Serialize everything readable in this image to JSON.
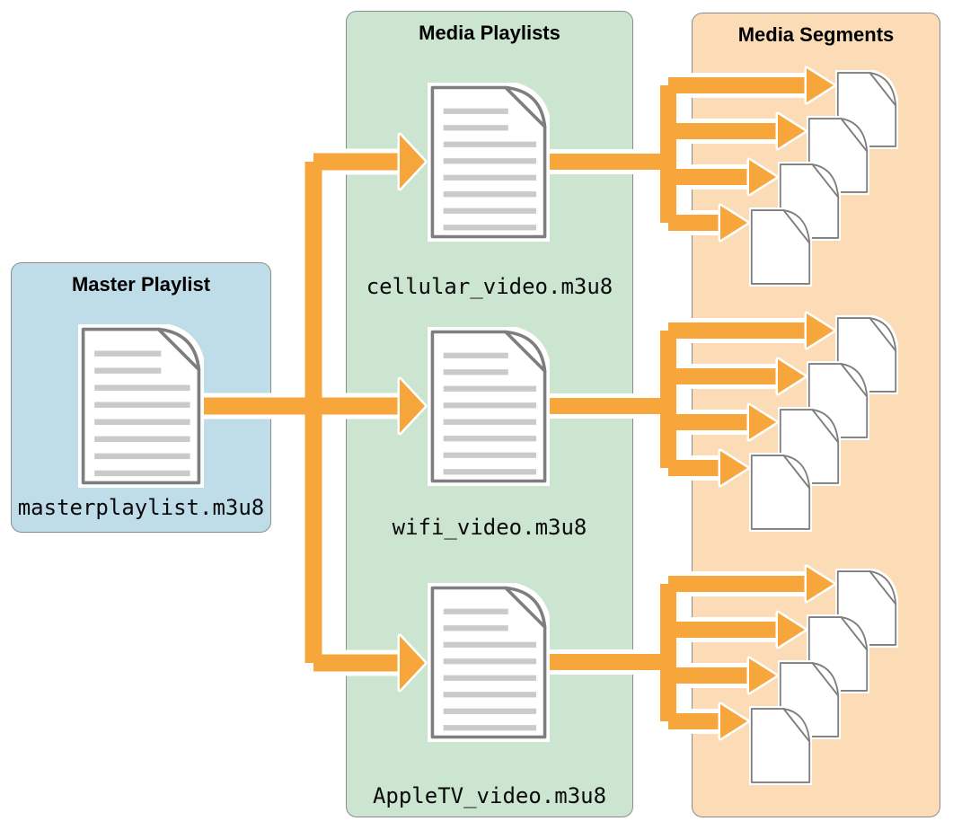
{
  "columns": {
    "master": {
      "title": "Master Playlist",
      "bg": "#BFDDE9",
      "file": {
        "name": "masterplaylist.m3u8",
        "icon": "document-icon"
      }
    },
    "playlists": {
      "title": "Media Playlists",
      "bg": "#CBE5D0",
      "items": [
        {
          "name": "cellular_video.m3u8",
          "icon": "document-icon",
          "segment_count": 4
        },
        {
          "name": "wifi_video.m3u8",
          "icon": "document-icon",
          "segment_count": 4
        },
        {
          "name": "AppleTV_video.m3u8",
          "icon": "document-icon",
          "segment_count": 4
        }
      ]
    },
    "segments": {
      "title": "Media Segments",
      "bg": "#FBDCB7",
      "icon": "blank-document-icon",
      "clusters": [
        {
          "count": 4
        },
        {
          "count": 4
        },
        {
          "count": 4
        }
      ]
    }
  },
  "colors": {
    "arrow": "#F6A63A",
    "arrow_casing": "#FFFFFF",
    "box_border": "#8C8C8C",
    "doc_border": "#7E7E7E",
    "doc_line": "#CACACA",
    "doc_fill": "#FFFFFF"
  }
}
